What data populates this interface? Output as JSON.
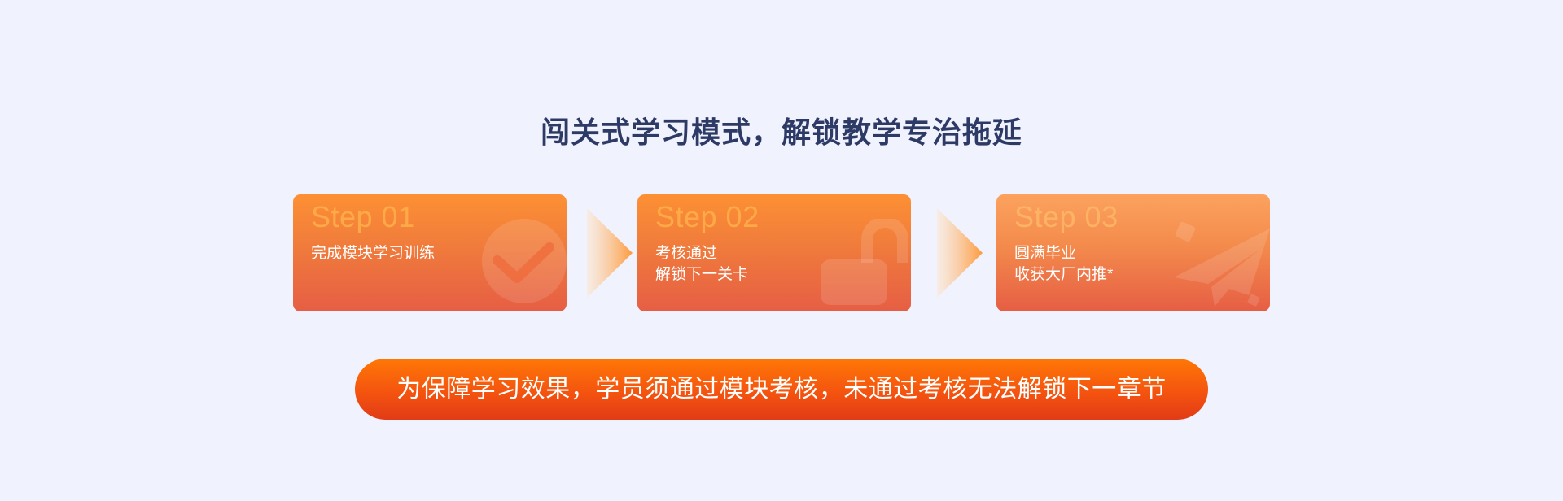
{
  "header": {
    "title": "闯关式学习模式，解锁教学专治拖延"
  },
  "steps": [
    {
      "label": "Step 01",
      "lines": [
        "完成模块学习训练",
        ""
      ],
      "icon": "check-circle-icon"
    },
    {
      "label": "Step 02",
      "lines": [
        "考核通过",
        "解锁下一关卡"
      ],
      "icon": "unlock-icon"
    },
    {
      "label": "Step 03",
      "lines": [
        "圆满毕业",
        "收获大厂内推*"
      ],
      "icon": "paper-plane-icon"
    }
  ],
  "connectors": [
    "arrow-right-icon",
    "arrow-right-icon"
  ],
  "banner": {
    "text": "为保障学习效果，学员须通过模块考核，未通过考核无法解锁下一章节"
  },
  "colors": {
    "background": "#f0f3fe",
    "title": "#2e3a66",
    "card_top": "#fd9034",
    "card_bottom": "#e65e44",
    "banner_top": "#ff7806",
    "banner_bottom": "#e23b17"
  }
}
